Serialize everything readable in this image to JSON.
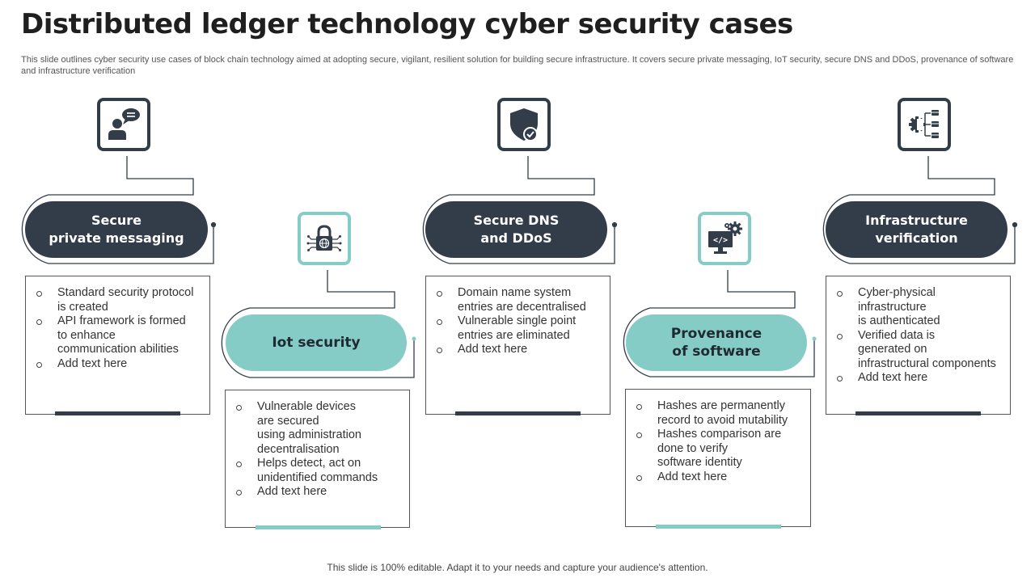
{
  "title": "Distributed ledger technology cyber security cases",
  "subtitle": "This slide outlines cyber security use cases of block chain technology aimed at adopting secure, vigilant, resilient solution for building secure infrastructure. It covers secure private messaging, IoT security, secure DNS and DDoS, provenance of software and infrastructure verification",
  "footer": "This slide is 100% editable. Adapt it to your needs and capture your audience's attention.",
  "colors": {
    "dark": "#333d4a",
    "teal": "#86ccc6"
  },
  "cases": [
    {
      "title": "Secure\nprivate messaging",
      "icon": "user-chat-icon",
      "bullets": [
        "Standard security protocol\nis created",
        "API framework is formed\nto enhance\ncommunication abilities",
        "Add text here"
      ]
    },
    {
      "title": "Iot security",
      "icon": "network-lock-icon",
      "bullets": [
        "Vulnerable devices\nare secured\nusing administration\ndecentralisation",
        "Helps detect, act on\nunidentified commands",
        "Add text here"
      ]
    },
    {
      "title": "Secure DNS\nand DDoS",
      "icon": "shield-check-icon",
      "bullets": [
        "Domain name system\nentries are decentralised",
        "Vulnerable single point\nentries are eliminated",
        "Add text here"
      ]
    },
    {
      "title": "Provenance\nof software",
      "icon": "code-monitor-gear-icon",
      "bullets": [
        "Hashes are permanently\nrecord to avoid mutability",
        "Hashes comparison are\ndone to verify\nsoftware identity",
        "Add text here"
      ]
    },
    {
      "title": "Infrastructure\nverification",
      "icon": "gear-hierarchy-icon",
      "bullets": [
        "Cyber-physical\ninfrastructure\nis authenticated",
        "Verified data is\ngenerated on\ninfrastructural components",
        "Add text here"
      ]
    }
  ]
}
